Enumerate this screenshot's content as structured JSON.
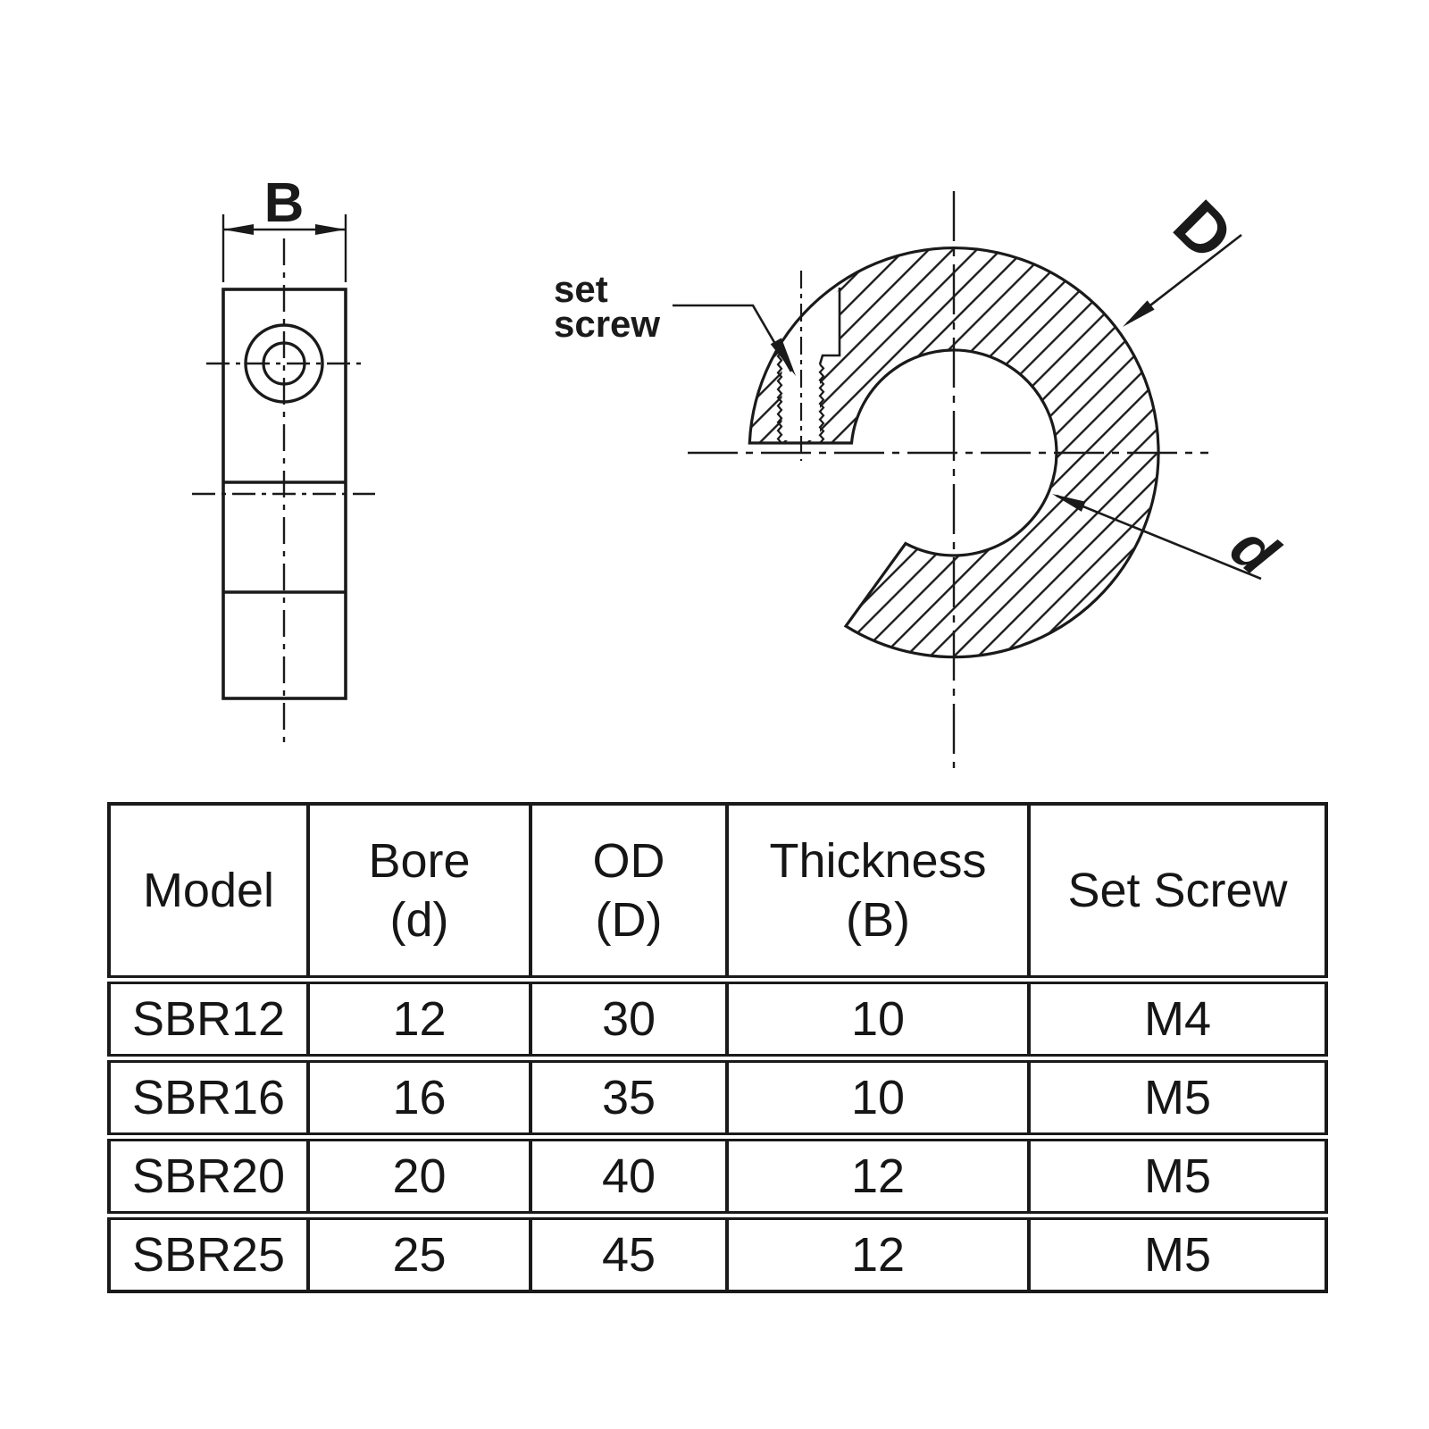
{
  "diagram": {
    "side_view": {
      "thickness_dim_label": "B"
    },
    "front_view": {
      "set_screw_label_line1": "set",
      "set_screw_label_line2": "screw",
      "outer_diameter_label": "D",
      "bore_label": "d"
    }
  },
  "table": {
    "headers": [
      {
        "top": "Model",
        "bottom": ""
      },
      {
        "top": "Bore",
        "bottom": "(d)"
      },
      {
        "top": "OD",
        "bottom": "(D)"
      },
      {
        "top": "Thickness",
        "bottom": "(B)"
      },
      {
        "top": "Set Screw",
        "bottom": ""
      }
    ],
    "rows": [
      [
        "SBR12",
        "12",
        "30",
        "10",
        "M4"
      ],
      [
        "SBR16",
        "16",
        "35",
        "10",
        "M5"
      ],
      [
        "SBR20",
        "20",
        "40",
        "12",
        "M5"
      ],
      [
        "SBR25",
        "25",
        "45",
        "12",
        "M5"
      ]
    ]
  },
  "colors": {
    "line": "#1a1a1a",
    "background": "#ffffff"
  }
}
